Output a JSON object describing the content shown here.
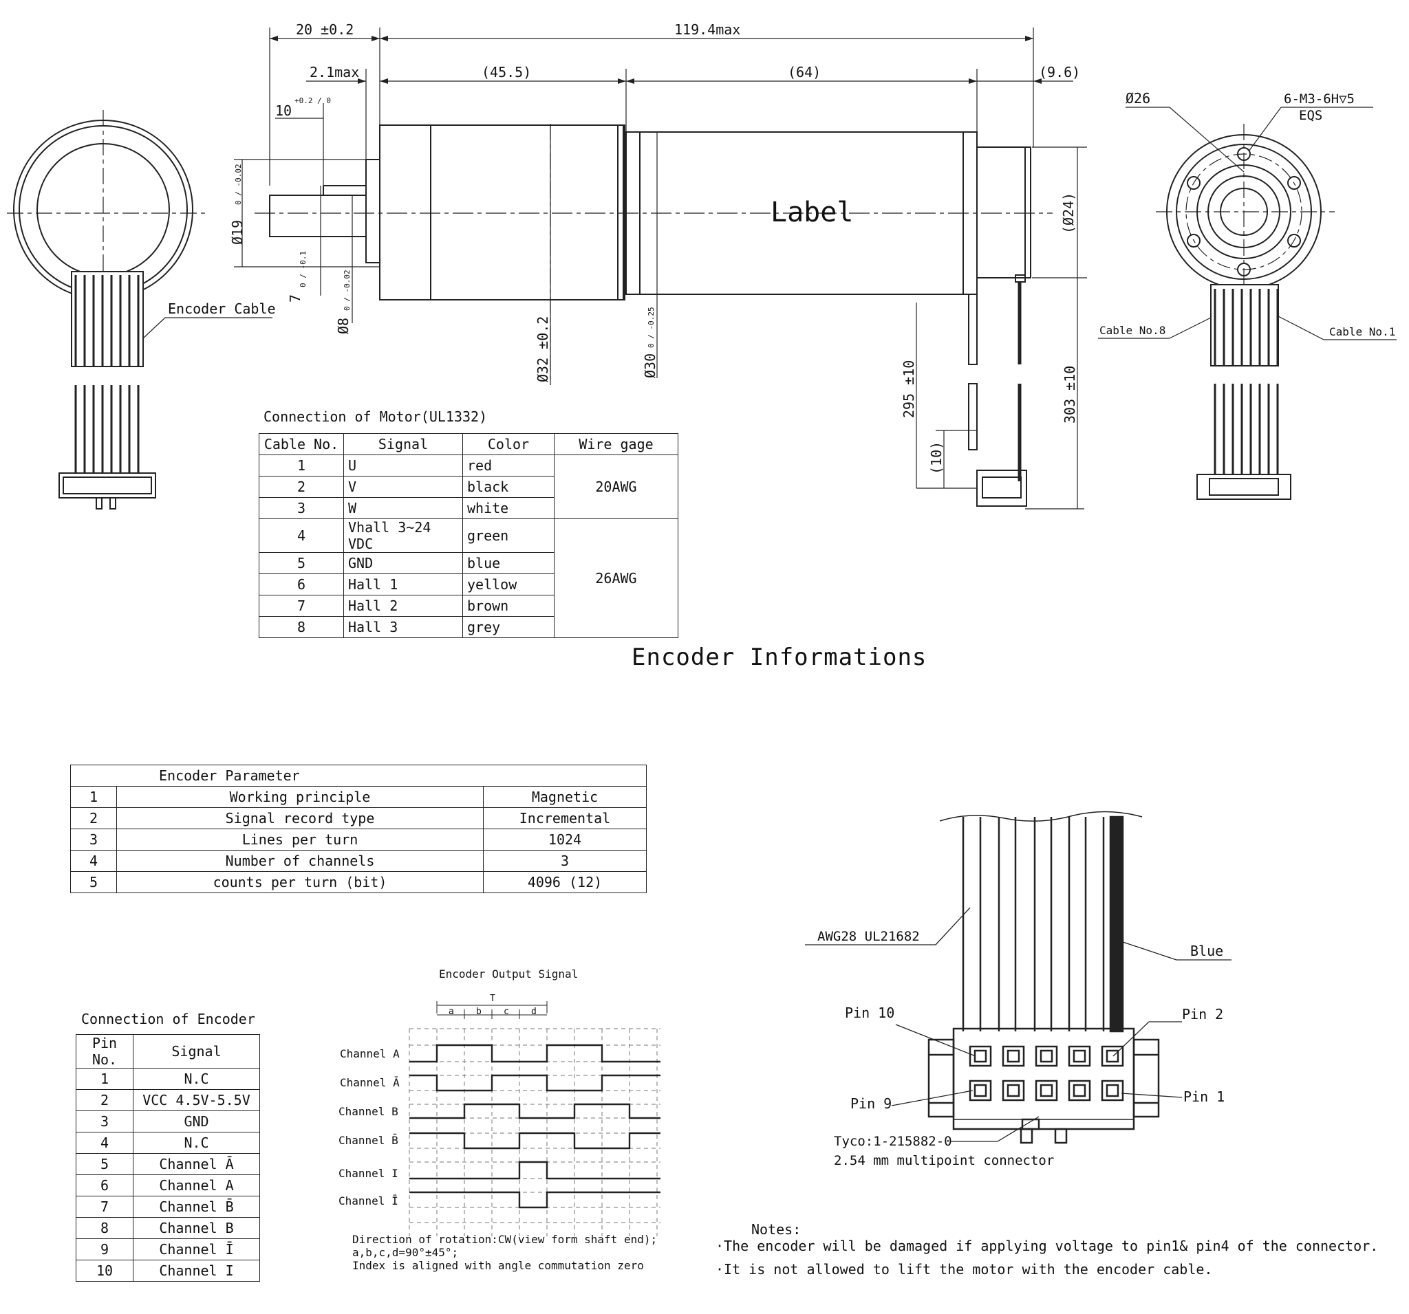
{
  "drawing": {
    "dims": {
      "shaft_len": "20 ±0.2",
      "total": "119.4max",
      "gap": "2.1max",
      "gear": "(45.5)",
      "motor": "(64)",
      "enc": "(9.6)",
      "flat": "10",
      "flat_tol": "+0.2 / 0",
      "dia19": "Ø19",
      "dia19_tol": "0 / -0.02",
      "flat7": "7",
      "flat7_tol": "0 / -0.1",
      "dia8": "Ø8",
      "dia8_tol": "0 / -0.02",
      "dia32": "Ø32 ±0.2",
      "dia30": "Ø30",
      "dia30_tol": "0 / -0.25",
      "dia24": "(Ø24)",
      "len295": "295 ±10",
      "len303": "303 ±10",
      "len10": "(10)",
      "label": "Label",
      "encoder_cable": "Encoder Cable",
      "dia26": "Ø26",
      "thread": "6-M3-6H▽5",
      "eqs": "EQS",
      "cable8": "Cable No.8",
      "cable1": "Cable No.1"
    }
  },
  "motor_table": {
    "title": "Connection of Motor(UL1332)",
    "headers": [
      "Cable No.",
      "Signal",
      "Color",
      "Wire gage"
    ],
    "rows": [
      [
        "1",
        "U",
        "red"
      ],
      [
        "2",
        "V",
        "black"
      ],
      [
        "3",
        "W",
        "white"
      ],
      [
        "4",
        "Vhall 3~24 VDC",
        "green"
      ],
      [
        "5",
        "GND",
        "blue"
      ],
      [
        "6",
        "Hall 1",
        "yellow"
      ],
      [
        "7",
        "Hall 2",
        "brown"
      ],
      [
        "8",
        "Hall 3",
        "grey"
      ]
    ],
    "gage_a": "20AWG",
    "gage_b": "26AWG"
  },
  "section_title": "Encoder Informations",
  "encoder_param": {
    "title": "Encoder Parameter",
    "rows": [
      [
        "1",
        "Working principle",
        "Magnetic"
      ],
      [
        "2",
        "Signal record type",
        "Incremental"
      ],
      [
        "3",
        "Lines per turn",
        "1024"
      ],
      [
        "4",
        "Number of channels",
        "3"
      ],
      [
        "5",
        "counts per turn (bit)",
        "4096 (12)"
      ]
    ]
  },
  "encoder_conn": {
    "title": "Connection of Encoder",
    "headers": [
      "Pin No.",
      "Signal"
    ],
    "rows": [
      [
        "1",
        "N.C"
      ],
      [
        "2",
        "VCC 4.5V-5.5V"
      ],
      [
        "3",
        "GND"
      ],
      [
        "4",
        "N.C"
      ],
      [
        "5",
        "Channel Ā"
      ],
      [
        "6",
        "Channel A"
      ],
      [
        "7",
        "Channel B̄"
      ],
      [
        "8",
        "Channel B"
      ],
      [
        "9",
        "Channel Ī"
      ],
      [
        "10",
        "Channel I"
      ]
    ]
  },
  "signal": {
    "title": "Encoder Output Signal",
    "period": "T",
    "phases": [
      "a",
      "b",
      "c",
      "d"
    ],
    "channels": [
      "Channel A",
      "Channel Ā",
      "Channel B",
      "Channel B̄",
      "Channel I",
      "Channel Ī"
    ],
    "note1": "Direction of rotation:CW(view form shaft end);",
    "note2": "a,b,c,d=90°±45°;",
    "note3": "Index is aligned with angle commutation zero"
  },
  "connector": {
    "awg": "AWG28 UL21682",
    "blue": "Blue",
    "pin10": "Pin 10",
    "pin2": "Pin 2",
    "pin9": "Pin 9",
    "pin1": "Pin 1",
    "tyco": "Tyco:1-215882-0",
    "desc": "2.54 mm multipoint connector"
  },
  "notes": {
    "title": "Notes:",
    "n1": "·The encoder will be damaged if applying voltage to pin1& pin4 of the connector.",
    "n2": "·It is not allowed to lift the motor with the encoder cable."
  }
}
